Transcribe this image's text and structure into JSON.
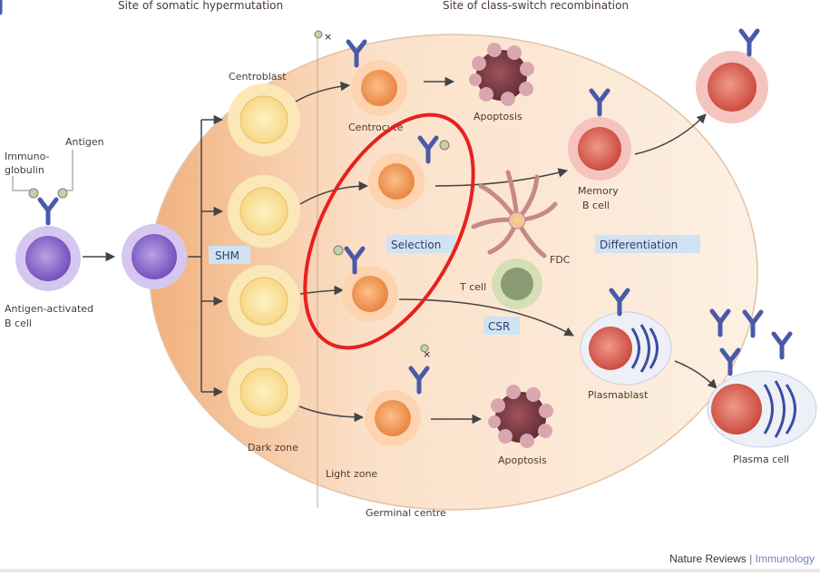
{
  "header": {
    "left": "Site of somatic hypermutation",
    "right": "Site of class-switch recombination"
  },
  "labels": {
    "antigen": "Antigen",
    "immunoglobulin_1": "Immuno-",
    "immunoglobulin_2": "globulin",
    "activated_b_1": "Antigen-activated",
    "activated_b_2": "B cell",
    "centroblast": "Centroblast",
    "centrocyte": "Centrocyte",
    "apoptosis_top": "Apoptosis",
    "apoptosis_bottom": "Apoptosis",
    "memory_1": "Memory",
    "memory_2": "B cell",
    "fdc": "FDC",
    "t_cell": "T cell",
    "plasmablast": "Plasmablast",
    "plasma_cell": "Plasma cell",
    "dark_zone": "Dark zone",
    "light_zone": "Light zone",
    "germinal_centre": "Germinal centre"
  },
  "boxes": {
    "shm": "SHM",
    "selection": "Selection",
    "differentiation": "Differentiation",
    "csr": "CSR"
  },
  "credit": {
    "left": "Nature Reviews",
    "sep": "|",
    "right": "Immunology"
  },
  "colors": {
    "highlight_ring": "#e8201f",
    "label_box_fill": "#cfe3f2",
    "label_box_text": "#2f3f66"
  }
}
